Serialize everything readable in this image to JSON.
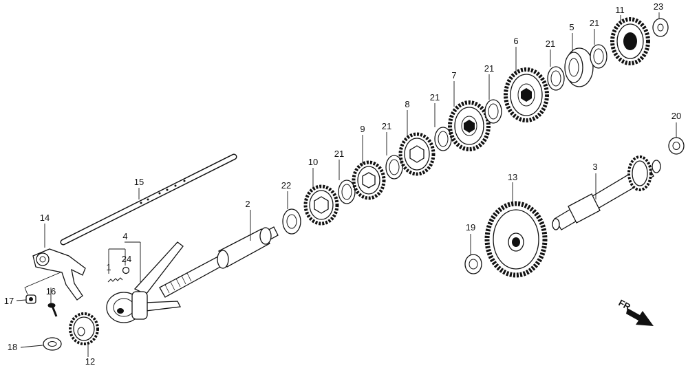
{
  "diagram": {
    "part_numbers": {
      "p1": "1",
      "p2": "2",
      "p3": "3",
      "p4": "4",
      "p5": "5",
      "p6": "6",
      "p7": "7",
      "p8": "8",
      "p9": "9",
      "p10": "10",
      "p11": "11",
      "p12": "12",
      "p13": "13",
      "p14": "14",
      "p15": "15",
      "p16": "16",
      "p17": "17",
      "p18": "18",
      "p19": "19",
      "p20": "20",
      "p21": "21",
      "p22": "22",
      "p23": "23",
      "p24": "24"
    },
    "direction_label": "FR.",
    "icons": [
      "front-direction-arrow-icon"
    ]
  }
}
